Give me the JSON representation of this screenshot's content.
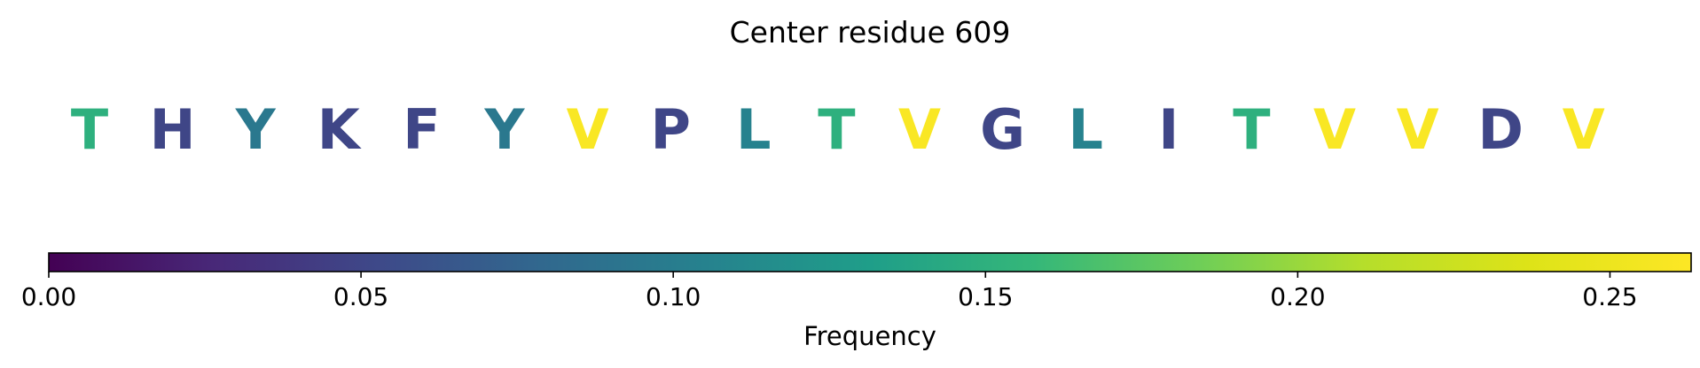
{
  "chart_data": {
    "type": "sequence-logo",
    "title": "Center residue 609",
    "residues": [
      {
        "letter": "T",
        "frequency": 0.15
      },
      {
        "letter": "H",
        "frequency": 0.05
      },
      {
        "letter": "Y",
        "frequency": 0.095
      },
      {
        "letter": "K",
        "frequency": 0.05
      },
      {
        "letter": "F",
        "frequency": 0.05
      },
      {
        "letter": "Y",
        "frequency": 0.095
      },
      {
        "letter": "V",
        "frequency": 0.26
      },
      {
        "letter": "P",
        "frequency": 0.05
      },
      {
        "letter": "L",
        "frequency": 0.105
      },
      {
        "letter": "T",
        "frequency": 0.15
      },
      {
        "letter": "V",
        "frequency": 0.26
      },
      {
        "letter": "G",
        "frequency": 0.05
      },
      {
        "letter": "L",
        "frequency": 0.105
      },
      {
        "letter": "I",
        "frequency": 0.05
      },
      {
        "letter": "T",
        "frequency": 0.15
      },
      {
        "letter": "V",
        "frequency": 0.26
      },
      {
        "letter": "V",
        "frequency": 0.26
      },
      {
        "letter": "D",
        "frequency": 0.05
      },
      {
        "letter": "V",
        "frequency": 0.26
      }
    ],
    "colorbar": {
      "label": "Frequency",
      "range": [
        0,
        0.263
      ],
      "colormap": "viridis",
      "ticks": [
        0.0,
        0.05,
        0.1,
        0.15,
        0.2,
        0.25
      ],
      "tick_labels": [
        "0.00",
        "0.05",
        "0.10",
        "0.15",
        "0.20",
        "0.25"
      ]
    }
  }
}
